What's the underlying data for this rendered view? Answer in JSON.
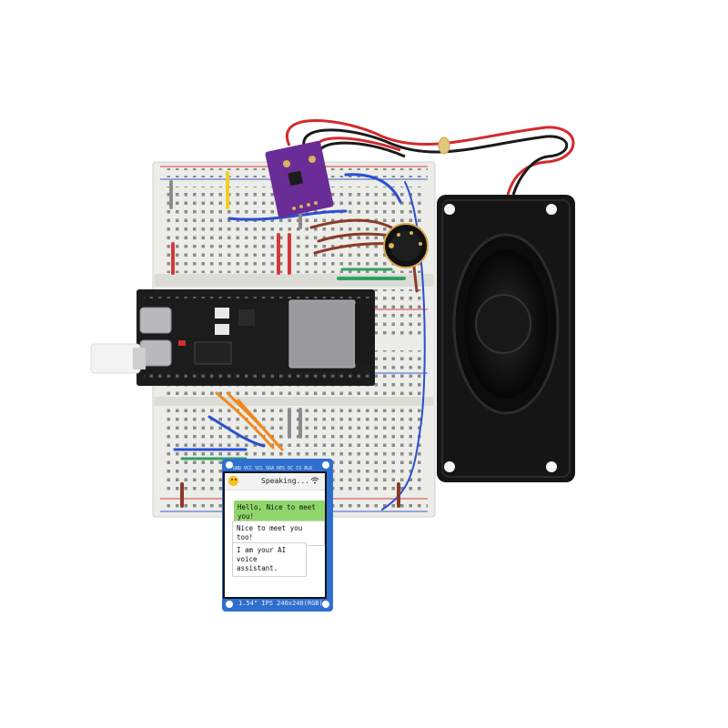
{
  "lcd": {
    "status_text": "Speaking...",
    "messages": [
      {
        "role": "user",
        "text": "Hello, Nice to meet you!"
      },
      {
        "role": "assistant",
        "text": "Nice to meet you too!"
      },
      {
        "role": "assistant",
        "text": "I am your AI voice assistant."
      }
    ]
  },
  "labels": {
    "lcd_pins": "GND VCC SCL SDA RES DC CS BLK",
    "lcd_model": "1.54\" IPS 240x240(RGB)"
  },
  "icons": {
    "status_emoji": "smiley-face-icon",
    "status_wifi": "wifi-icon"
  },
  "colors": {
    "breadboard": "#eeeeea",
    "esp_board": "#1c1c1c",
    "amp_board": "#6a2c96",
    "lcd_board": "#2f6fd0",
    "speaker": "#141414",
    "user_bubble": "#8fd66b"
  }
}
